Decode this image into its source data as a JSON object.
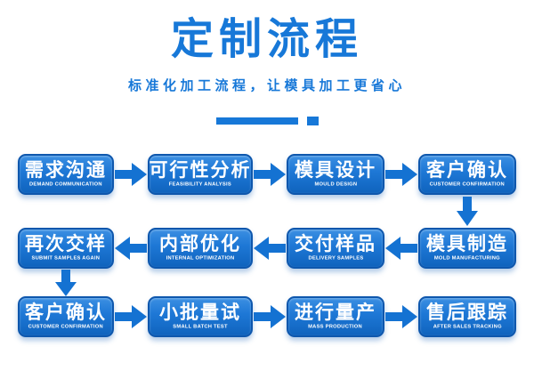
{
  "header": {
    "title": "定制流程",
    "subtitle": "标准化加工流程，让模具加工更省心"
  },
  "colors": {
    "accent_blue": "#1778d8",
    "box_border": "#0e57ad",
    "box_gradient_top": "#3b8fe2",
    "box_gradient_bottom": "#0f63bd",
    "arrow_blue": "#1472d2",
    "background": "#ffffff",
    "text_on_box": "#ffffff"
  },
  "flow": {
    "rows": [
      {
        "direction": "right",
        "steps": [
          {
            "zh": "需求沟通",
            "en": "DEMAND COMMUNICATION"
          },
          {
            "zh": "可行性分析",
            "en": "FEASIBILITY ANALYSIS"
          },
          {
            "zh": "模具设计",
            "en": "MOULD DESIGN"
          },
          {
            "zh": "客户确认",
            "en": "CUSTOMER CONFIRMATION"
          }
        ]
      },
      {
        "direction": "left",
        "steps": [
          {
            "zh": "再次交样",
            "en": "SUBMIT SAMPLES AGAIN"
          },
          {
            "zh": "内部优化",
            "en": "INTERNAL OPTIMIZATION"
          },
          {
            "zh": "交付样品",
            "en": "DELIVERY SAMPLES"
          },
          {
            "zh": "模具制造",
            "en": "MOLD MANUFACTURING"
          }
        ]
      },
      {
        "direction": "right",
        "steps": [
          {
            "zh": "客户确认",
            "en": "CUSTOMER CONFIRMATION"
          },
          {
            "zh": "小批量试",
            "en": "SMALL BATCH TEST"
          },
          {
            "zh": "进行量产",
            "en": "MASS PRODUCTION"
          },
          {
            "zh": "售后跟踪",
            "en": "AFTER SALES TRACKING"
          }
        ]
      }
    ],
    "connectors": [
      "customer-confirmation-down-to-mold-manufacturing",
      "submit-samples-again-down-to-customer-confirmation"
    ]
  }
}
